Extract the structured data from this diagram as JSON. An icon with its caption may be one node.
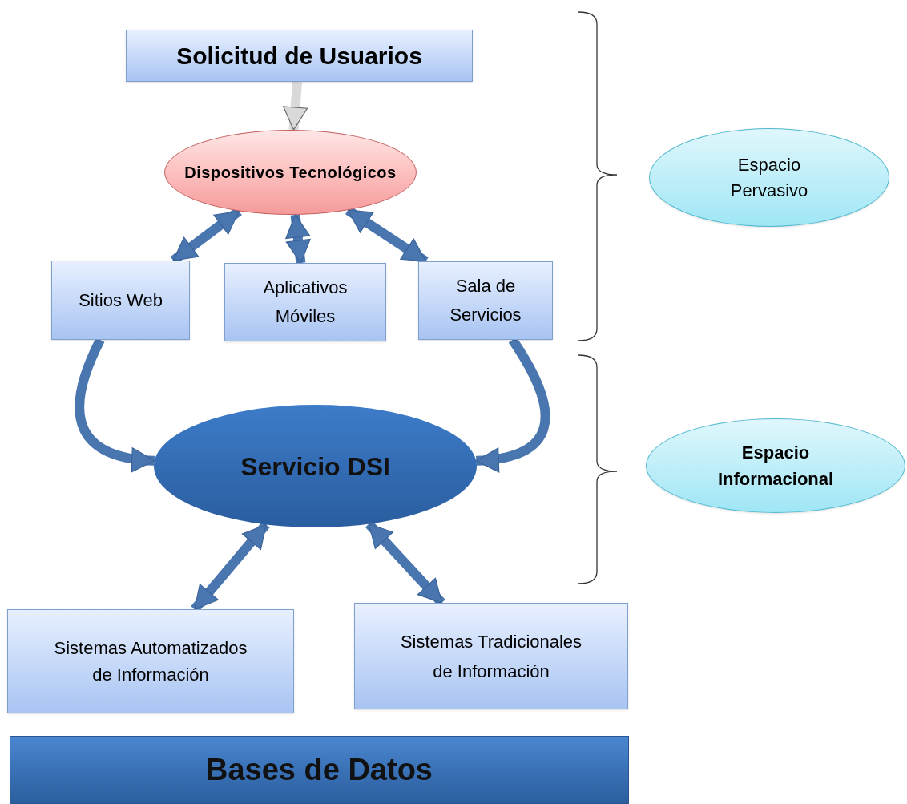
{
  "diagram": {
    "nodes": [
      {
        "text": [
          "Solicitud de Usuarios"
        ]
      },
      {
        "text": [
          "Dispositivos Tecnológicos"
        ]
      },
      {
        "text": [
          "Sitios Web"
        ]
      },
      {
        "text": [
          "Aplicativos Móviles"
        ]
      },
      {
        "text": [
          "Sala de Servicios"
        ]
      },
      {
        "text": [
          "Servicio DSI"
        ]
      },
      {
        "text": [
          "Sistemas Automatizados de Información"
        ]
      },
      {
        "text": [
          "Sistemas Tradicionales de Información"
        ]
      },
      {
        "text": [
          "Bases de Datos"
        ]
      },
      {
        "text": [
          "Espacio Pervasivo"
        ]
      },
      {
        "text": [
          "Espacio Informacional"
        ]
      }
    ],
    "edges": [
      {
        "from": 0,
        "to": 1,
        "arrow": "to",
        "color": "#d9d9d9"
      },
      {
        "from": 1,
        "to": 2,
        "arrow": "both"
      },
      {
        "from": 1,
        "to": 3,
        "arrow": "both"
      },
      {
        "from": 1,
        "to": 4,
        "arrow": "both"
      },
      {
        "from": 2,
        "to": 5,
        "arrow": "to"
      },
      {
        "from": 4,
        "to": 5,
        "arrow": "to"
      },
      {
        "from": 5,
        "to": 6,
        "arrow": "both"
      },
      {
        "from": 5,
        "to": 7,
        "arrow": "both"
      }
    ]
  }
}
